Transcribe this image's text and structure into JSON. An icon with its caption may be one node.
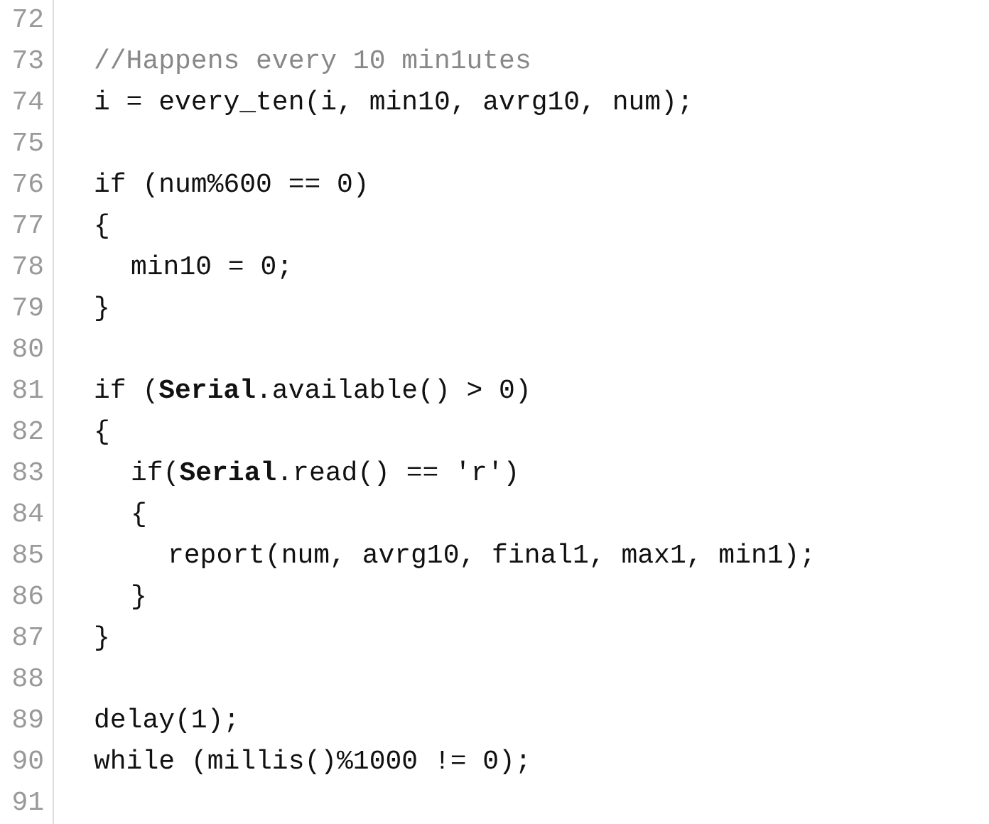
{
  "diagram": {
    "labels": [
      "72",
      "73",
      "//Happens every 10 min1utes",
      "74",
      "i = every_ten(i, min10, avrg10, num);",
      "75",
      "76",
      "if (num%600 == 0)",
      "77",
      "{",
      "78",
      "min10 = 0;",
      "79",
      "}",
      "80",
      "81",
      "if (**Serial**.available() > 0)",
      "82",
      "{",
      "83",
      "if(**Serial**.read() == 'r')",
      "84",
      "{",
      "85",
      "report(num, avrg10, final1, max1, min1);",
      "86",
      "}",
      "87",
      "}",
      "88",
      "89",
      "delay(1);",
      "90",
      "while (millis()%1000 != 0);",
      "91"
    ]
  }
}
